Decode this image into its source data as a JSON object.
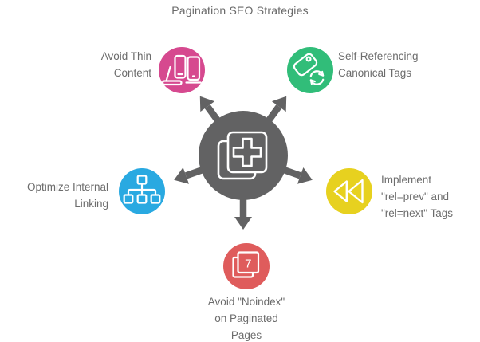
{
  "title": "Pagination SEO Strategies",
  "colors": {
    "hub_gray": "#626263",
    "label_text": "#6c6c6c",
    "icon_stroke": "#ffffff",
    "background": "#ffffff"
  },
  "hub": {
    "icon": "add-pages-icon"
  },
  "nodes": [
    {
      "id": "avoid-thin-content",
      "label": "Avoid Thin\nContent",
      "color": "#d6498f",
      "icon": "devices-icon",
      "position": "top-left"
    },
    {
      "id": "self-referencing-canonical-tags",
      "label": "Self-Referencing\nCanonical Tags",
      "color": "#31bd79",
      "icon": "tag-refresh-icon",
      "position": "top-right"
    },
    {
      "id": "optimize-internal-linking",
      "label": "Optimize Internal\nLinking",
      "color": "#29a9e1",
      "icon": "sitemap-icon",
      "position": "left"
    },
    {
      "id": "implement-rel-prev-next-tags",
      "label": "Implement\n\"rel=prev\" and\n\"rel=next\" Tags",
      "color": "#e7d11f",
      "icon": "rewind-icon",
      "position": "right"
    },
    {
      "id": "avoid-noindex-on-paginated-pages",
      "label": "Avoid \"Noindex\"\non Paginated\nPages",
      "color": "#df5c5c",
      "icon": "pages-7-icon",
      "badge": "7",
      "position": "bottom"
    }
  ]
}
